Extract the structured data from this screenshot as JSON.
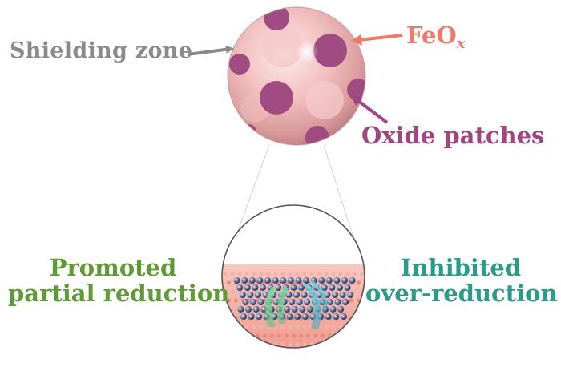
{
  "labels": {
    "shielding_zone": "Shielding zone",
    "feox_main": "FeO",
    "feox_sub": "x",
    "oxide_patches": "Oxide patches",
    "promoted_line1": "Promoted",
    "promoted_line2": "partial reduction",
    "inhibited_line1": "Inhibited",
    "inhibited_line2": "over-reduction"
  },
  "colors": {
    "shielding": "#8a8a8a",
    "feox": "#f07a6a",
    "oxide": "#a0457f",
    "promoted": "#5f9a35",
    "inhibited": "#2a9a8a"
  }
}
